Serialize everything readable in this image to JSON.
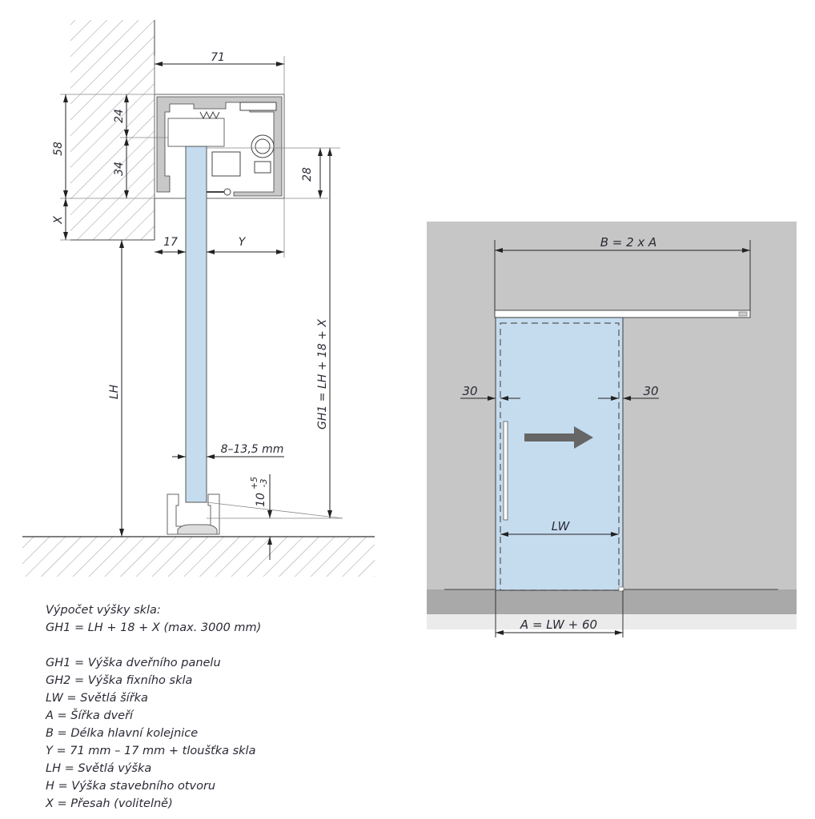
{
  "detail_section": {
    "dim_71": "71",
    "dim_58": "58",
    "dim_x": "X",
    "dim_24": "24",
    "dim_34": "34",
    "dim_28": "28",
    "dim_17": "17",
    "dim_y": "Y",
    "dim_lh": "LH",
    "dim_gh1": "GH1 = LH + 18 + X",
    "dim_glass": "8–13,5 mm",
    "dim_10": "10",
    "dim_10_tol_plus": "+5",
    "dim_10_tol_minus": "-3"
  },
  "front_view": {
    "dim_b": "B = 2 x A",
    "dim_30_left": "30",
    "dim_30_right": "30",
    "dim_lw": "LW",
    "dim_a": "A = LW + 60",
    "colors": {
      "wall": "#c6c6c6",
      "floor": "#a9a9a9",
      "glass": "#c5dcef",
      "arrow": "#666666"
    }
  },
  "legend": {
    "title": "Výpočet výšky skla:",
    "formula": "GH1 = LH + 18 + X (max. 3000 mm)",
    "items": [
      "GH1 = Výška dveřního panelu",
      "GH2 = Výška fixního skla",
      "LW = Světlá šířka",
      "A = Šířka dveří",
      "B = Délka hlavní kolejnice",
      "Y = 71 mm – 17 mm + tloušťka skla",
      "LH = Světlá výška",
      "H = Výška stavebního otvoru",
      "X = Přesah (volitelně)"
    ]
  }
}
